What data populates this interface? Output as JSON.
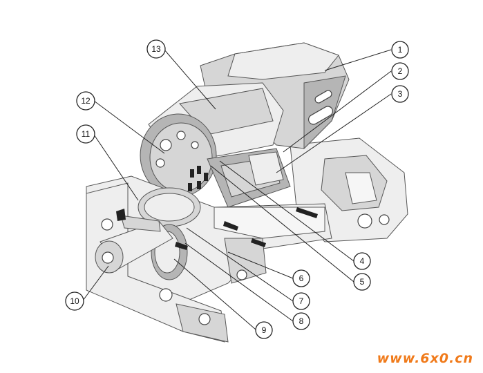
{
  "callouts": [
    {
      "label": "1"
    },
    {
      "label": "2"
    },
    {
      "label": "3"
    },
    {
      "label": "4"
    },
    {
      "label": "5"
    },
    {
      "label": "6"
    },
    {
      "label": "7"
    },
    {
      "label": "8"
    },
    {
      "label": "9"
    },
    {
      "label": "10"
    },
    {
      "label": "11"
    },
    {
      "label": "12"
    },
    {
      "label": "13"
    }
  ],
  "watermark": "www.6x0.cn",
  "colors": {
    "watermark": "#f07a1a",
    "line": "#222222",
    "metal": "#d6d6d6"
  }
}
